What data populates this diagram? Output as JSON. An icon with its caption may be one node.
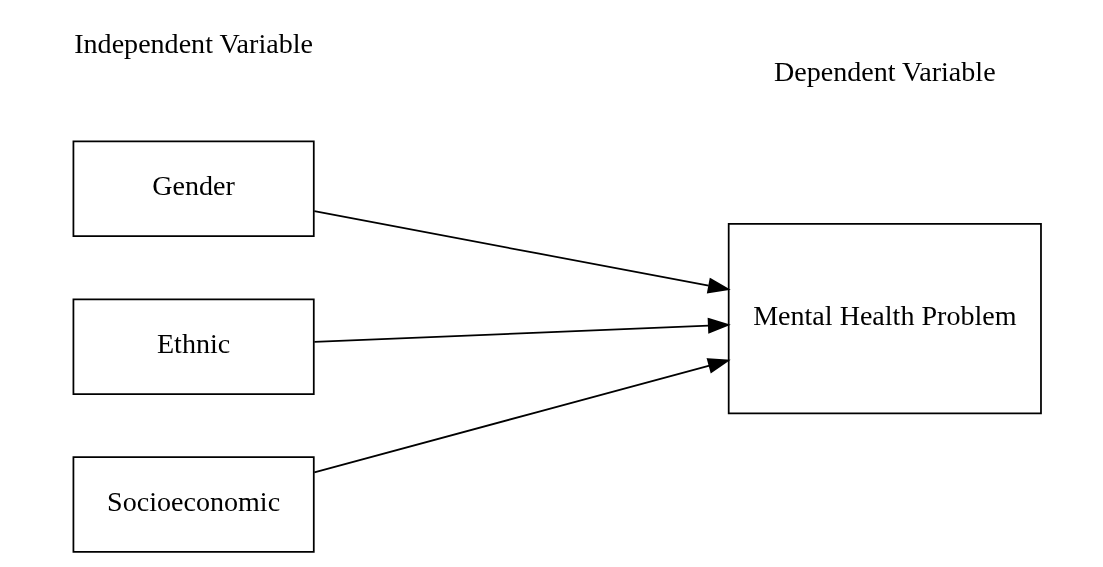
{
  "diagram": {
    "nodes": [
      {
        "text": [
          "Gender"
        ]
      },
      {
        "text": [
          "Ethnic"
        ]
      },
      {
        "text": [
          "Socioeconomic"
        ]
      },
      {
        "text": [
          "Mental Health Problem"
        ]
      }
    ],
    "edges": [
      {
        "from": 0,
        "to": 3,
        "arrow": "to"
      },
      {
        "from": 1,
        "to": 3,
        "arrow": "to"
      },
      {
        "from": 2,
        "to": 3,
        "arrow": "to"
      }
    ],
    "labels": [
      "Independent Variable",
      "Dependent Variable"
    ]
  }
}
